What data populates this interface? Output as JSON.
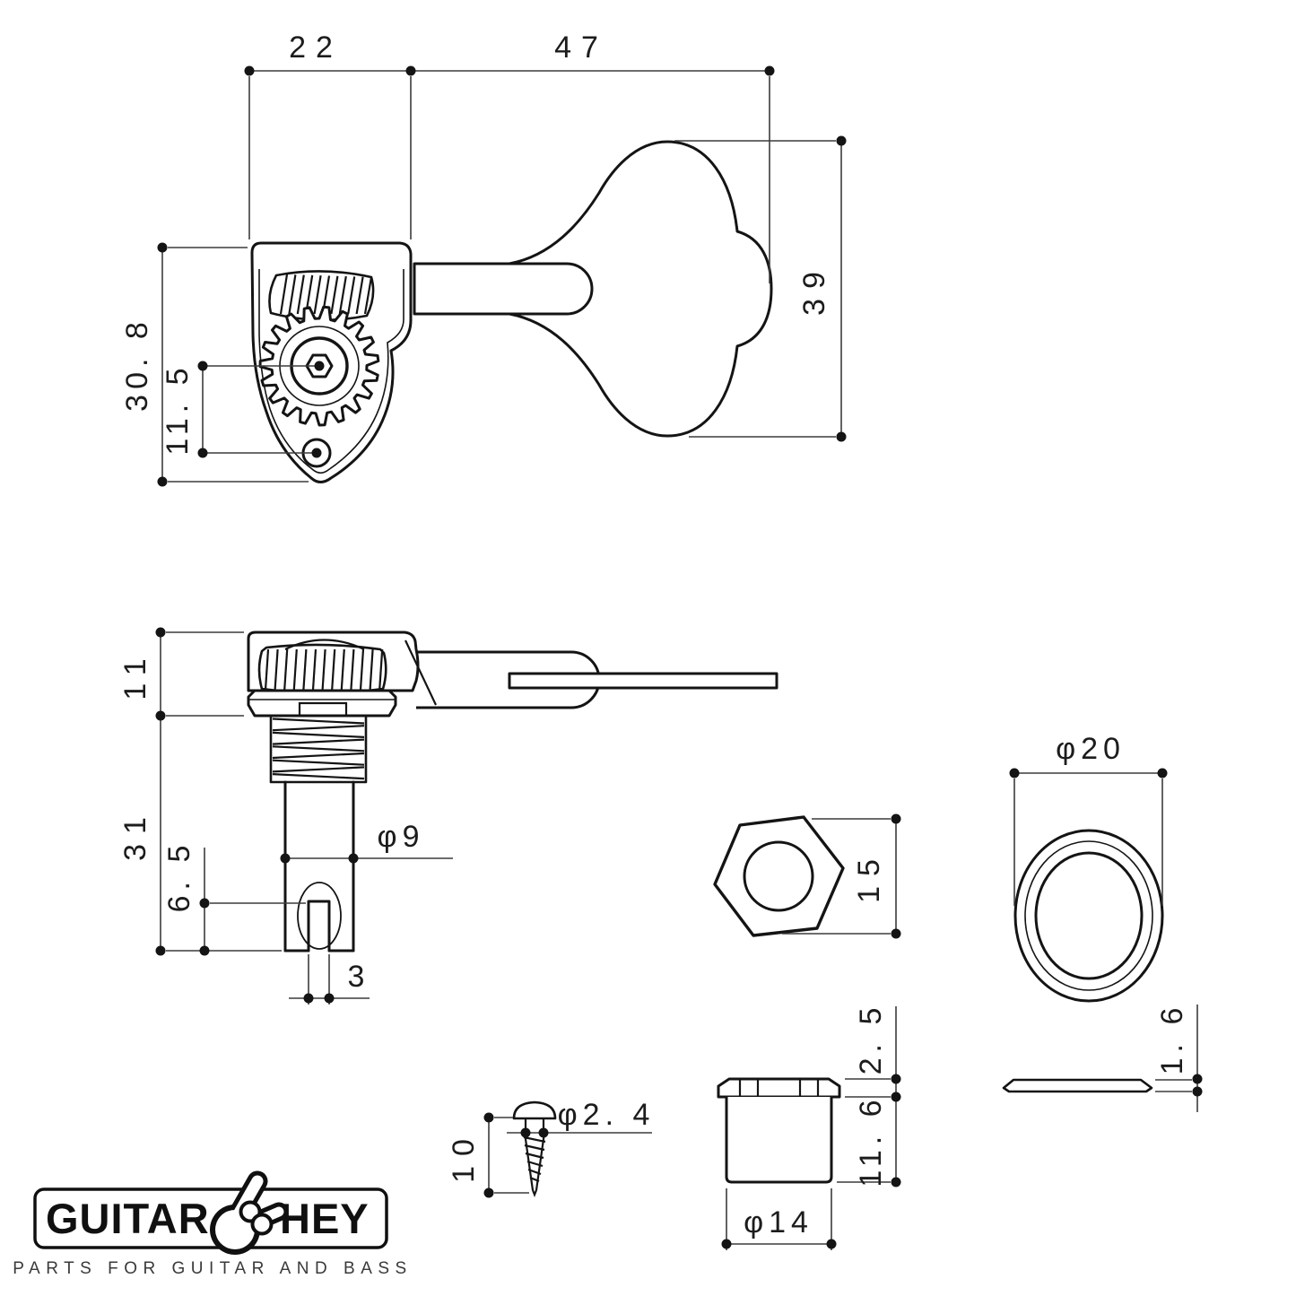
{
  "meta": {
    "background": "#ffffff",
    "line_color": "#141414",
    "dim_color": "#3c3c3c",
    "drawing_type": "bass tuning machine dimensional drawing"
  },
  "views": {
    "front": {
      "dims": {
        "housing_width": "22",
        "key_length": "47",
        "key_height": "39",
        "housing_height": "30. 8",
        "hole_offset": "11. 5"
      }
    },
    "side": {
      "dims": {
        "head_height": "11",
        "shaft_length": "31",
        "slot_depth": "6. 5",
        "post_diameter": "φ9",
        "slot_width": "3"
      }
    },
    "hex_nut": {
      "dims": {
        "across_flats": "15"
      }
    },
    "washer_top": {
      "dims": {
        "outer_diameter": "φ20"
      }
    },
    "screw": {
      "dims": {
        "length": "10",
        "shank_diameter": "φ2. 4"
      }
    },
    "bushing": {
      "dims": {
        "flange_height": "2. 5",
        "body_height": "11. 6",
        "body_diameter": "φ14"
      }
    },
    "washer_side": {
      "dims": {
        "thickness": "1. 6"
      }
    }
  },
  "logo": {
    "brand_left": "GUITAR",
    "brand_right": "HEY",
    "tagline": "PARTS FOR GUITAR AND BASS"
  }
}
